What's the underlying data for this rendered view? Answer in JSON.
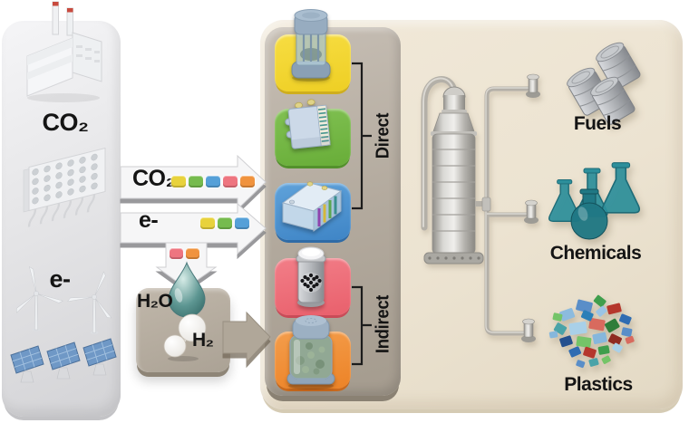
{
  "left_panel": {
    "co2_label": "CO₂",
    "e_label": "e-",
    "icons": [
      "factory-icon",
      "dac-fan-array-icon",
      "wind-turbines-icon",
      "solar-panels-icon"
    ]
  },
  "flows": {
    "co2_arrow": {
      "label": "CO₂",
      "route_colors": [
        "#e8d23c",
        "#76bb4e",
        "#55a0d8",
        "#ee7580",
        "#f0933e"
      ]
    },
    "e_arrow": {
      "label": "e-",
      "route_colors": [
        "#e8d23c",
        "#76bb4e",
        "#55a0d8"
      ]
    },
    "h2_branch": {
      "route_colors": [
        "#ee7580",
        "#f0933e"
      ]
    },
    "electrolysis": {
      "water_label": "H₂O",
      "hydrogen_label": "H₂"
    }
  },
  "conversion_panel": {
    "direct_label": "Direct",
    "indirect_label": "Indirect",
    "reactors": [
      {
        "name": "photoreactor",
        "tile_color": "#f2d42c",
        "group": "Direct"
      },
      {
        "name": "electrolyzer-stack",
        "tile_color": "#72b43e",
        "group": "Direct"
      },
      {
        "name": "photoelectrochemical-cell",
        "tile_color": "#4e96d2",
        "group": "Direct"
      },
      {
        "name": "catalytic-reactor",
        "tile_color": "#ef7078",
        "group": "Indirect"
      },
      {
        "name": "bioreactor",
        "tile_color": "#f0923c",
        "group": "Indirect"
      }
    ]
  },
  "products": {
    "items": [
      {
        "label": "Fuels",
        "icon": "oil-barrels-icon"
      },
      {
        "label": "Chemicals",
        "icon": "flasks-icon"
      },
      {
        "label": "Plastics",
        "icon": "plastic-pieces-icon"
      }
    ]
  }
}
